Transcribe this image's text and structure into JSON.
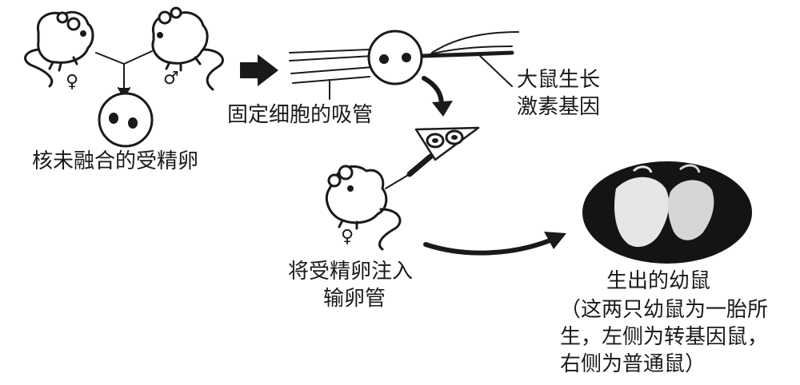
{
  "labels": {
    "unfused_egg": "核未融合的受精卵",
    "holding_pipette": "固定细胞的吸管",
    "gene_line1": "大鼠生长",
    "gene_line2": "激素基因",
    "inject_line1": "将受精卵注入",
    "inject_line2": "输卵管",
    "offspring_title": "生出的幼鼠",
    "note_line1": "（这两只幼鼠为一胎所",
    "note_line2": "生，左侧为转基因鼠，",
    "note_line3": "右侧为普通鼠）"
  },
  "symbols": {
    "female_left": "♀",
    "male": "♂",
    "female_lower": "♀"
  },
  "colors": {
    "ink": "#1a1a1a",
    "photo_bg": "#141414",
    "photo_mouse": "#e6e6e6"
  }
}
